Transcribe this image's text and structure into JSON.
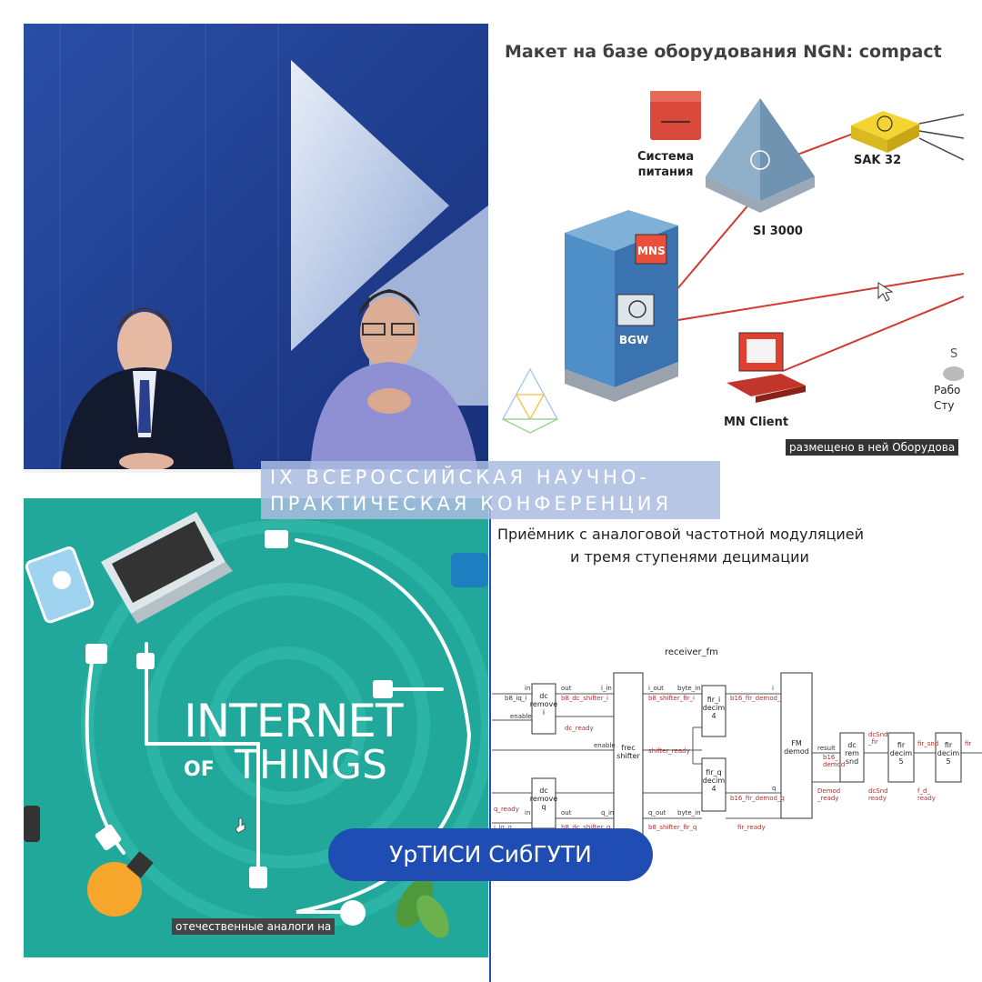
{
  "ngn": {
    "title": "Макет на базе оборудования NGN: compact",
    "labels": {
      "power": "Система\nпитания",
      "si3000": "SI 3000",
      "sak32": "SAK 32",
      "mns": "MNS",
      "bgw": "BGW",
      "mn_client": "MN Client",
      "workstation": "Рабо\nСту",
      "s_partial": "S"
    },
    "caption": "размещено в ней Оборудова"
  },
  "banner": {
    "line1": "IX ВСЕРОССИЙСКАЯ НАУЧНО-",
    "line2": "ПРАКТИЧЕСКАЯ КОНФЕРЕНЦИЯ"
  },
  "iot": {
    "line1": "INTERNET",
    "of": "OF",
    "things": "THINGS",
    "caption": "отечественные аналоги на"
  },
  "receiver": {
    "title_line1": "Приёмник с аналоговой частотной модуляцией",
    "title_line2": "и тремя ступенями децимации",
    "diagram_title": "receiver_fm",
    "blocks": {
      "dc_remove_i": "dc\nremove\ni",
      "dc_remove_q": "dc\nremove\nq",
      "frec_shifter": "frec\nshifter",
      "fir_i": "fir_i\ndecim\n4",
      "fir_q": "fir_q\ndecim\n4",
      "fm_demod": "FM\ndemod",
      "dc_rem_snd": "dc\nrem\nsnd",
      "fir_decim_5a": "fir\ndecim\n5",
      "fir_decim_5b": "fir\ndecim\n5"
    },
    "signals": {
      "in_top": "in",
      "out_top": "out",
      "i_in": "i_in",
      "i_out": "i_out",
      "byte_in": "byte_in",
      "i_lbl": "i",
      "b8_iq_i": "b8_iq_i",
      "b8_dc_shifter_i": "b8_dc_shifter_i",
      "b8_shifter_fir_i": "b8_shifter_fir_i",
      "b16_fir_demod_i": "b16_fir_demod_i",
      "enable1": "enable",
      "enable2": "enable",
      "dc_ready": "dc_ready",
      "shifter_ready": "shifter_ready",
      "result": "result",
      "b16_demod": "b16_\ndemod",
      "dcsnd_fir": "dcSnd\n_fir",
      "fir_snd": "fir_snd",
      "fir_out": "fir",
      "q_lbl": "q",
      "q_ready": "q_ready",
      "in_bot": "in",
      "out_bot": "out",
      "q_in": "q_in",
      "q_out": "q_out",
      "byte_in2": "byte_in",
      "b16_fir_demod_q": "b16_fir_demod_q",
      "demod_ready": "Demod\n_ready",
      "dcsnd_ready": "dcSnd\nready",
      "f_d_ready": "f_d_\nready",
      "i_iq_q": "i_iq_q",
      "b8_dc_shifter_q": "b8_dc_shifter_q",
      "b8_shifter_fir_q": "b8_shifter_fir_q",
      "fir_ready": "fir_ready"
    }
  },
  "org_name": "УрТИСИ СибГУТИ",
  "colors": {
    "video_bg": "#203d8c",
    "iot_bg": "#21a89a",
    "banner": "#aabce1",
    "pill": "#1f4db3"
  }
}
